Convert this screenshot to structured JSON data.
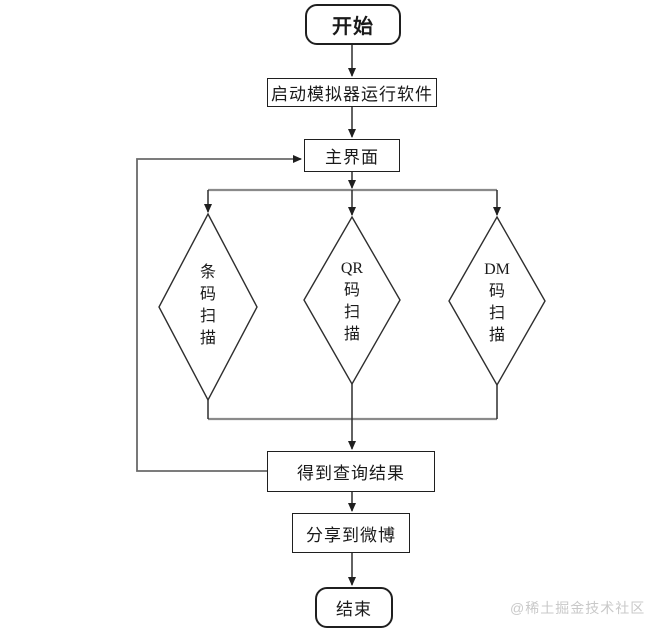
{
  "flowchart": {
    "nodes": {
      "start": {
        "label": "开始",
        "shape": "terminator"
      },
      "launch": {
        "label": "启动模拟器运行软件",
        "shape": "process"
      },
      "main": {
        "label": "主界面",
        "shape": "process"
      },
      "barcode": {
        "label": "条\n码\n扫\n描",
        "shape": "decision"
      },
      "qr": {
        "label": "QR\n码\n扫\n描",
        "shape": "decision"
      },
      "dm": {
        "label": "DM\n码\n扫\n描",
        "shape": "decision"
      },
      "result": {
        "label": "得到查询结果",
        "shape": "process"
      },
      "share": {
        "label": "分享到微博",
        "shape": "process"
      },
      "end": {
        "label": "结束",
        "shape": "terminator"
      }
    },
    "edges": [
      {
        "from": "start",
        "to": "launch"
      },
      {
        "from": "launch",
        "to": "main"
      },
      {
        "from": "main",
        "to": "barcode"
      },
      {
        "from": "main",
        "to": "qr"
      },
      {
        "from": "main",
        "to": "dm"
      },
      {
        "from": "barcode",
        "to": "result"
      },
      {
        "from": "qr",
        "to": "result"
      },
      {
        "from": "dm",
        "to": "result"
      },
      {
        "from": "result",
        "to": "main"
      },
      {
        "from": "result",
        "to": "share"
      },
      {
        "from": "share",
        "to": "end"
      }
    ],
    "colors": {
      "border": "#1f1f1f",
      "connector_dark": "#2e2e2e",
      "connector_gray": "#8a8a8a",
      "text": "#1a1a1a",
      "background": "#ffffff"
    }
  },
  "watermark": {
    "text": "@稀土掘金技术社区",
    "color": "#c9c9c9"
  }
}
